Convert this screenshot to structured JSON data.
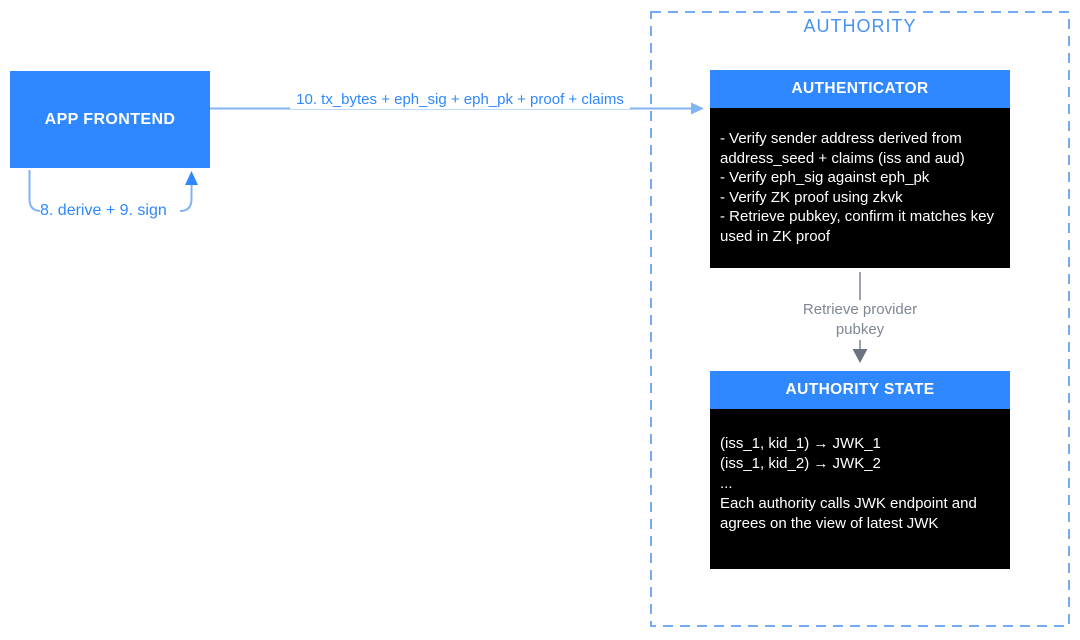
{
  "colors": {
    "accent": "#2F88FF",
    "group-title": "#4792F4",
    "connector-blue": "#82B3F3",
    "dashed-border": "#74ABF2",
    "gray-line": "#9CA3AF",
    "gray-arrow": "#6B7280",
    "gray-text": "#7E8794",
    "box-body-bg": "#000000",
    "box-text": "#FFFFFF"
  },
  "nodes": {
    "app_frontend": {
      "label": "APP FRONTEND"
    },
    "authority_group": {
      "label": "AUTHORITY"
    },
    "authenticator": {
      "label": "AUTHENTICATOR",
      "body": "- Verify sender address derived from address_seed + claims (iss and aud)\n- Verify eph_sig against eph_pk\n- Verify ZK proof using zkvk\n- Retrieve pubkey, confirm it matches key used in ZK proof"
    },
    "authority_state": {
      "label": "AUTHORITY STATE",
      "body": "(iss_1, kid_1) → JWK_1\n(iss_1, kid_2) → JWK_2\n...\nEach authority calls JWK endpoint and agrees on the view of latest JWK"
    }
  },
  "edges": {
    "tx": {
      "label": "10. tx_bytes + eph_sig + eph_pk + proof + claims"
    },
    "derive_sign": {
      "label": "8. derive + 9. sign"
    },
    "retrieve_pubkey": {
      "label": "Retrieve provider pubkey"
    }
  }
}
